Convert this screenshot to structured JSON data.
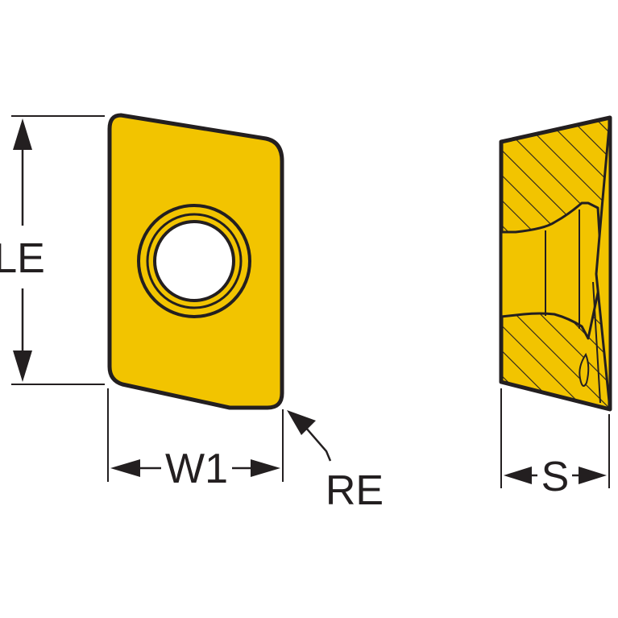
{
  "labels": {
    "length": "LE",
    "width": "W1",
    "corner_radius": "RE",
    "thickness": "S"
  },
  "colors": {
    "insert_fill": "#f2c400",
    "outline": "#231f20",
    "background": "#ffffff"
  }
}
